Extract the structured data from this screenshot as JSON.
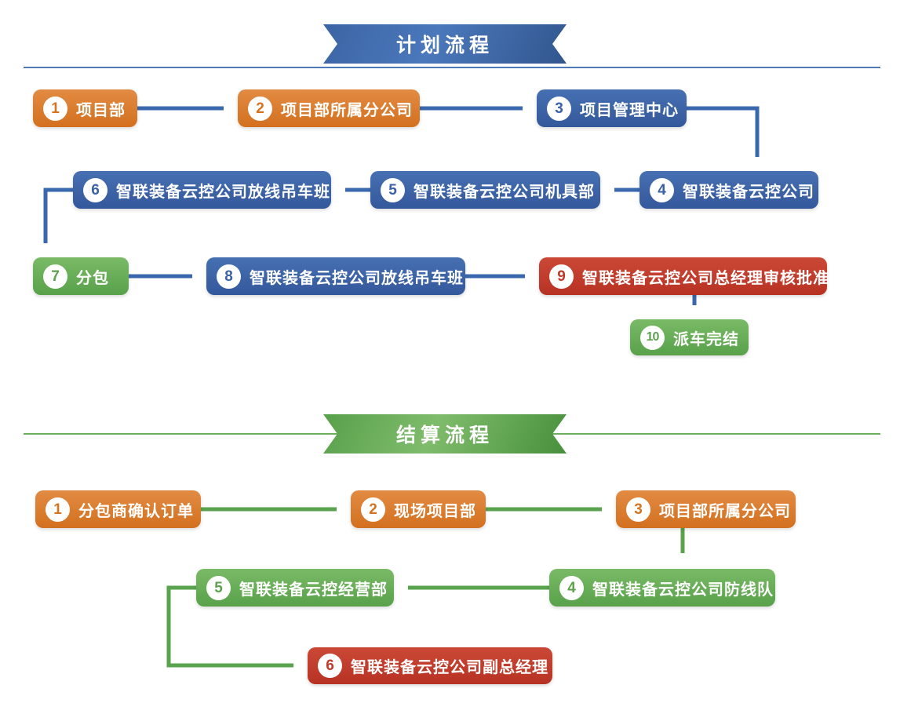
{
  "plan": {
    "title": "计划流程",
    "nodes": [
      {
        "num": "1",
        "label": "项目部",
        "color": "orange"
      },
      {
        "num": "2",
        "label": "项目部所属分公司",
        "color": "orange"
      },
      {
        "num": "3",
        "label": "项目管理中心",
        "color": "blue"
      },
      {
        "num": "4",
        "label": "智联装备云控公司",
        "color": "blue"
      },
      {
        "num": "5",
        "label": "智联装备云控公司机具部",
        "color": "blue"
      },
      {
        "num": "6",
        "label": "智联装备云控公司放线吊车班",
        "color": "blue"
      },
      {
        "num": "7",
        "label": "分包",
        "color": "green"
      },
      {
        "num": "8",
        "label": "智联装备云控公司放线吊车班",
        "color": "blue"
      },
      {
        "num": "9",
        "label": "智联装备云控公司总经理审核批准",
        "color": "red"
      },
      {
        "num": "10",
        "label": "派车完结",
        "color": "green"
      }
    ]
  },
  "settlement": {
    "title": "结算流程",
    "nodes": [
      {
        "num": "1",
        "label": "分包商确认订单",
        "color": "orange"
      },
      {
        "num": "2",
        "label": "现场项目部",
        "color": "orange"
      },
      {
        "num": "3",
        "label": "项目部所属分公司",
        "color": "orange"
      },
      {
        "num": "4",
        "label": "智联装备云控公司防线队",
        "color": "green"
      },
      {
        "num": "5",
        "label": "智联装备云控经营部",
        "color": "green"
      },
      {
        "num": "6",
        "label": "智联装备云控公司副总经理",
        "color": "red"
      }
    ]
  },
  "palette": {
    "node_orange": "#D87A2B",
    "node_blue": "#3A63A8",
    "node_green": "#65AB56",
    "node_red": "#C23D2D",
    "plan_arrow": "#3A68AE",
    "settlement_arrow": "#59A24E",
    "plan_ribbon": "#3E69AC",
    "settlement_ribbon": "#5FA350"
  }
}
